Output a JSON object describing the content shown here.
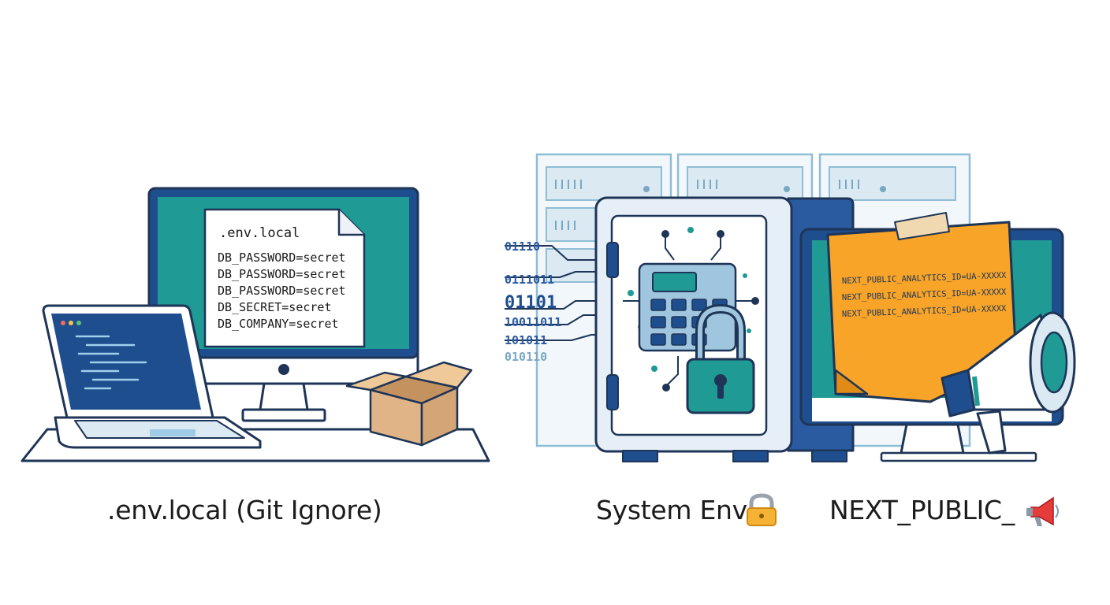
{
  "left_panel": {
    "file_title": ".env.local",
    "file_lines": [
      "DB_PASSWORD=secret",
      "DB_PASSWORD=secret",
      "DB_PASSWORD=secret",
      "DB_SECRET=secret",
      "DB_COMPANY=secret"
    ],
    "caption": ".env.local (Git Ignore)"
  },
  "middle_panel": {
    "binary_lines": [
      "01110",
      "0111011",
      "01101",
      "10011011",
      "101011",
      "010110"
    ],
    "caption": "System Env",
    "caption_icon": "lock-icon"
  },
  "right_panel": {
    "note_lines": [
      "NEXT_PUBLIC_ANALYTICS_ID=UA-XXXXX",
      "NEXT_PUBLIC_ANALYTICS_ID=UA-XXXXX",
      "NEXT_PUBLIC_ANALYTICS_ID=UA-XXXXX"
    ],
    "caption": "NEXT_PUBLIC_",
    "caption_icon": "megaphone-icon"
  },
  "colors": {
    "navy": "#1f4e8f",
    "teal": "#1f9a95",
    "orange": "#f7a428",
    "light_blue": "#dbe9f3",
    "cardboard": "#e0b486"
  }
}
